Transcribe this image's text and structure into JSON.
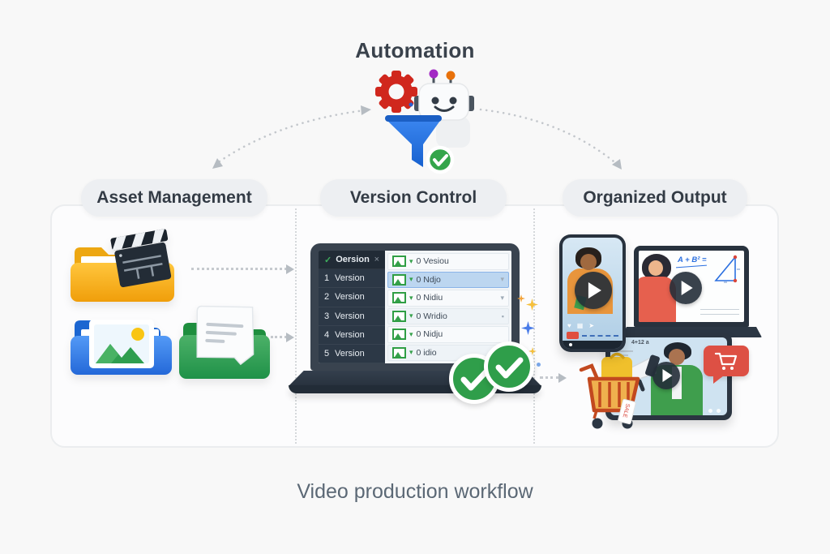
{
  "automation": {
    "title": "Automation"
  },
  "sections": {
    "asset_management": {
      "label": "Asset Management"
    },
    "version_control": {
      "label": "Version Control"
    },
    "organized_output": {
      "label": "Organized Output"
    }
  },
  "version_app": {
    "header": {
      "check": "✓",
      "title": "Oersion",
      "close": "×"
    },
    "sidebar_rows": [
      {
        "num": "1",
        "label": "Version"
      },
      {
        "num": "2",
        "label": "Version"
      },
      {
        "num": "3",
        "label": "Version"
      },
      {
        "num": "4",
        "label": "Version"
      },
      {
        "num": "5",
        "label": "Version"
      }
    ],
    "content_rows": [
      {
        "label": "0 Vesiou",
        "right": ""
      },
      {
        "label": "0 Ndjo",
        "right": "▾",
        "selected": true
      },
      {
        "label": "0 Nidiu",
        "right": "▾"
      },
      {
        "label": "0 Wridio",
        "right": "▪"
      },
      {
        "label": "0 Nidju",
        "right": ""
      },
      {
        "label": "0 idio",
        "right": ""
      }
    ]
  },
  "output": {
    "formula": "A + B² =",
    "tablet_note": "4+12 a",
    "cart_tag": "SALE"
  },
  "icons": {
    "caret": "▾",
    "heart": "♥",
    "grid": "▦",
    "share": "➤"
  },
  "caption": "Video production workflow",
  "colors": {
    "background": "#f8f8f8",
    "pill_bg": "#edeff2",
    "gear_red": "#d0271d",
    "funnel_blue": "#1a73e8",
    "check_green": "#34a853",
    "folder_yellow": "#fbbc04",
    "folder_blue": "#4285f4",
    "folder_green": "#34a853",
    "selected_row": "#bcd6f0",
    "bubble_red": "#dd5044"
  }
}
